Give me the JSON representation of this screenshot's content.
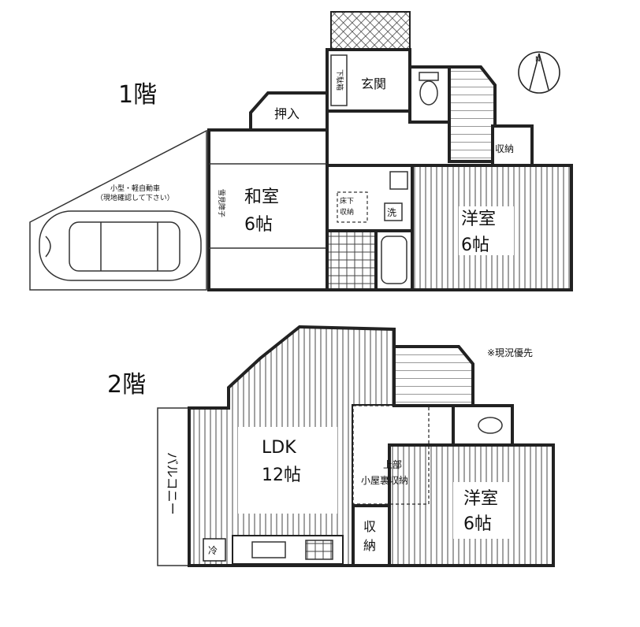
{
  "floor1": {
    "title": "1階",
    "rooms": {
      "entrance": "玄関",
      "shoe_cabinet": "下駄箱",
      "oshiire": "押入",
      "washitsu": "和室",
      "washitsu_size": "6帖",
      "yuka_shita": "床下",
      "yuka_shita2": "収納",
      "sentaku": "洗",
      "youshitsu": "洋室",
      "youshitsu_size": "6帖",
      "shuunou": "収納",
      "yukimi_shouji": "雪見障子",
      "parking_line1": "小型・軽自動車",
      "parking_line2": "（現地確認して下さい）"
    }
  },
  "floor2": {
    "title": "2階",
    "note": "※現況優先",
    "rooms": {
      "ldk": "LDK",
      "ldk_size": "12帖",
      "balcony": "バルコニー",
      "loft1": "上部",
      "loft2": "小屋裏収納",
      "youshitsu": "洋室",
      "youshitsu_size": "6帖",
      "shuunou1": "収",
      "shuunou2": "納",
      "fridge": "冷"
    }
  },
  "compass": {
    "symbol": "N"
  }
}
